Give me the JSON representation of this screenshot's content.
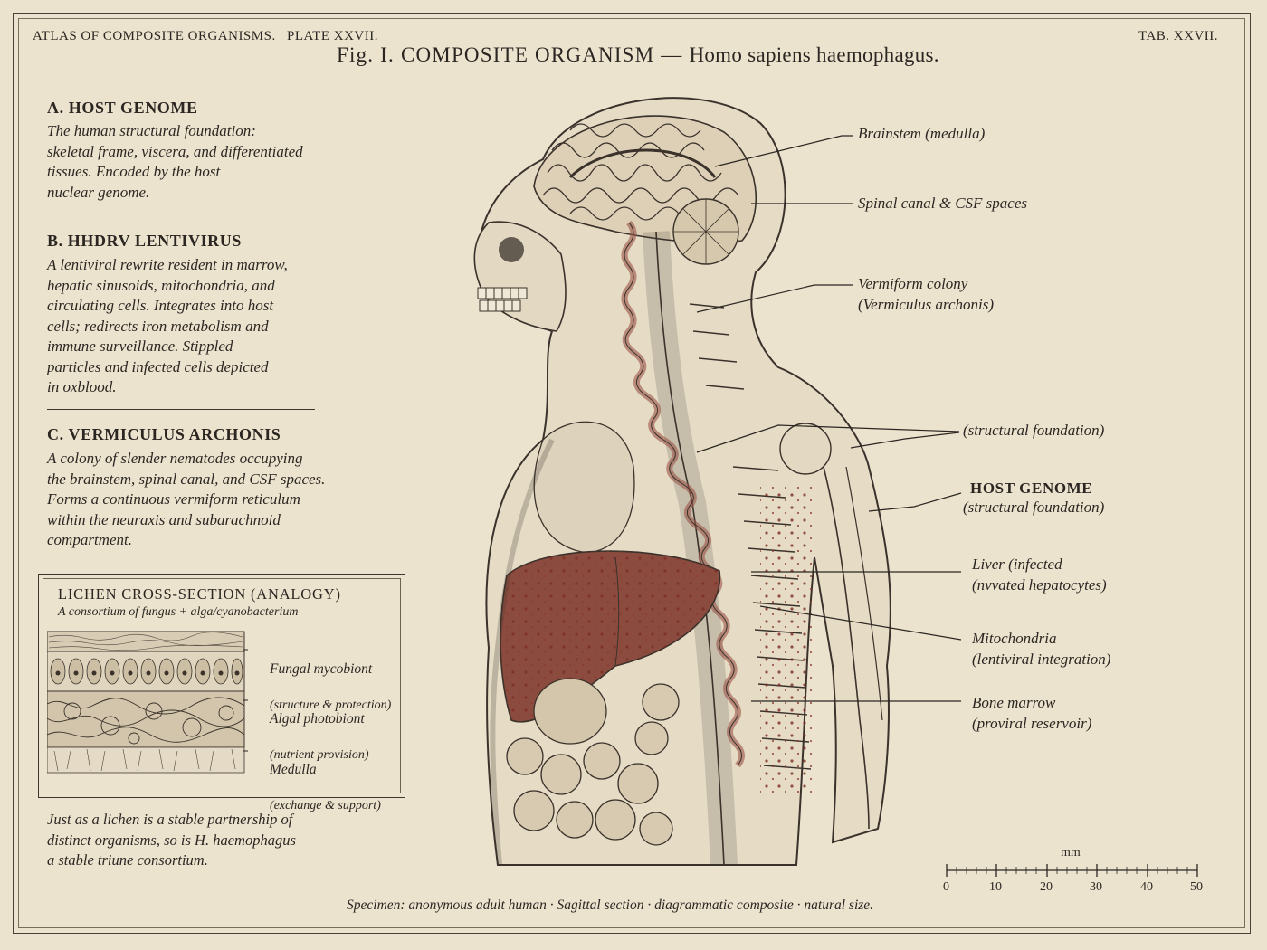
{
  "header": {
    "left": "ATLAS OF COMPOSITE ORGANISMS.",
    "plate": "PLATE XXVII.",
    "right": "TAB. XXVII."
  },
  "title": {
    "main": "Fig. I. COMPOSITE ORGANISM —",
    "species": "Homo sapiens haemophagus."
  },
  "sections": [
    {
      "heading": "A. HOST GENOME",
      "body": "The human structural foundation:\nskeletal frame, viscera, and differentiated\ntissues. Encoded by the host\nnuclear genome."
    },
    {
      "heading": "B. HHDRV LENTIVIRUS",
      "body": "A lentiviral rewrite resident in marrow,\nhepatic sinusoids, mitochondria, and\ncirculating cells. Integrates into host\ncells; redirects iron metabolism and\nimmune surveillance. Stippled\nparticles and infected cells depicted\nin oxblood."
    },
    {
      "heading": "C. VERMICULUS ARCHONIS",
      "body": "A colony of slender nematodes occupying\nthe brainstem, spinal canal, and CSF spaces.\nForms a continuous vermiform reticulum\nwithin the neuraxis and subarachnoid\ncompartment."
    }
  ],
  "lichen": {
    "title": "LICHEN CROSS-SECTION (ANALOGY)",
    "subtitle": "A consortium of fungus + alga/cyanobacterium",
    "labels": [
      {
        "name": "Fungal mycobiont",
        "desc": "(structure & protection)"
      },
      {
        "name": "Algal photobiont",
        "desc": "(nutrient provision)"
      },
      {
        "name": "Medulla",
        "desc": "(exchange & support)"
      }
    ]
  },
  "closing": "Just as a lichen is a stable partnership of\ndistinct organisms, so is H. haemophagus\na stable triune consortium.",
  "callouts": [
    {
      "text": "Brainstem (medulla)"
    },
    {
      "text": "Spinal canal & CSF spaces"
    },
    {
      "text": "Vermiform colony\n(Vermiculus archonis)"
    },
    {
      "text": "(structural foundation)"
    },
    {
      "heading": "HOST GENOME",
      "text": "(structural foundation)"
    },
    {
      "text": "Liver (infected\n(nvvated hepatocytes)"
    },
    {
      "text": "Mitochondria\n(lentiviral integration)"
    },
    {
      "text": "Bone marrow\n(proviral reservoir)"
    }
  ],
  "scale": {
    "unit": "mm",
    "ticks": [
      "0",
      "10",
      "20",
      "30",
      "40",
      "50"
    ]
  },
  "footer": "Specimen: anonymous adult human · Sagittal section · diagrammatic composite · natural size.",
  "colors": {
    "paper": "#ece3cf",
    "ink": "#2b2621",
    "oxblood": "#7a2a22"
  }
}
